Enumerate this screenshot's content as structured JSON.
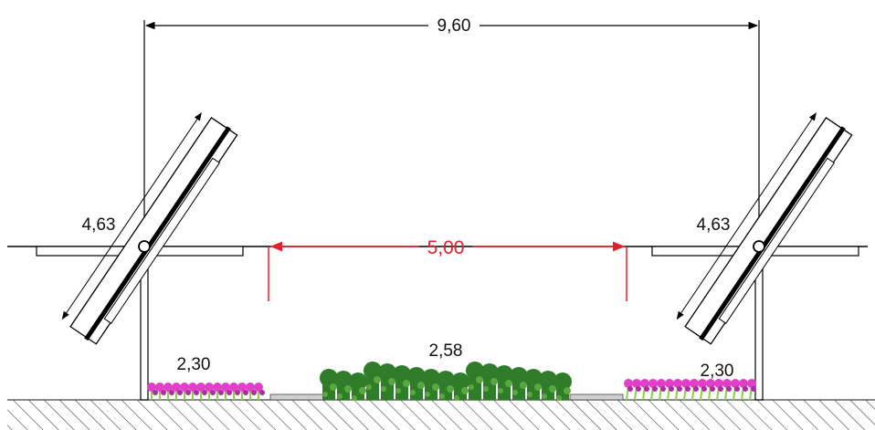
{
  "dimensions": {
    "span_total": "9,60",
    "clear_gap": "5,00",
    "panel_left": "4,63",
    "panel_right": "4,63",
    "strip_left": "2,30",
    "strip_center": "2,58",
    "strip_right": "2,30"
  },
  "colors": {
    "line": "#000000",
    "dimension_red": "#e0202a",
    "flower_pink": "#e040c8",
    "flower_leaf": "#8ad04a",
    "shrub_green": "#2f7d2a",
    "shrub_light": "#58a83c",
    "ground_hatch": "#555555",
    "gravel": "#444444"
  },
  "icons": {
    "pivot": "pivot-circle-icon",
    "flowers": "flower-bed-icon",
    "shrubs": "shrub-icon"
  }
}
